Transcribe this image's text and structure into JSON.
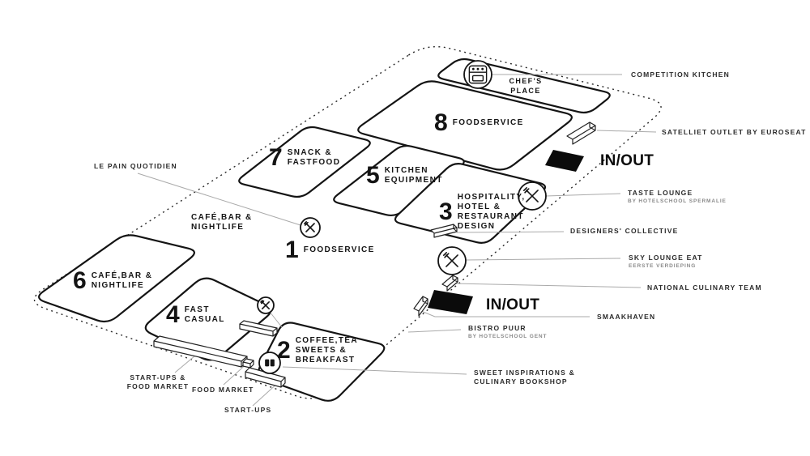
{
  "halls": [
    {
      "number": "8",
      "name": "FOODSERVICE"
    },
    {
      "number": "7",
      "name": "SNACK &\nFASTFOOD"
    },
    {
      "number": "5",
      "name": "KITCHEN\nEQUIPMENT"
    },
    {
      "number": "3",
      "name": "HOSPITALITY,\nHOTEL &\nRESTAURANT\nDESIGN"
    },
    {
      "number": "1",
      "name": "FOODSERVICE"
    },
    {
      "number": "6",
      "name": "CAFÉ,BAR &\nNIGHTLIFE"
    },
    {
      "number": "4",
      "name": "FAST\nCASUAL"
    },
    {
      "number": "2",
      "name": "COFFEE,TEA\nSWEETS &\nBREAKFAST"
    }
  ],
  "areas": {
    "chefs_place": "CHEF'S\nPLACE",
    "cafe_bar_nightlife_center": "CAFÉ,BAR &\nNIGHTLIFE"
  },
  "entrances": {
    "in_out_top": "IN/OUT",
    "in_out_bottom": "IN/OUT"
  },
  "callouts": {
    "competition_kitchen": "COMPETITION KITCHEN",
    "satelliet_outlet": "SATELLIET OUTLET BY EUROSEAT",
    "taste_lounge": {
      "title": "TASTE LOUNGE",
      "sub": "BY HOTELSCHOOL SPERMALIE"
    },
    "designers_collective": "DESIGNERS' COLLECTIVE",
    "sky_lounge_eat": {
      "title": "SKY LOUNGE EAT",
      "sub": "EERSTE VERDIEPING"
    },
    "national_culinary_team": "NATIONAL CULINARY TEAM",
    "smaakhaven": "SMAAKHAVEN",
    "bistro_puur": {
      "title": "BISTRO PUUR",
      "sub": "BY HOTELSCHOOL GENT"
    },
    "sweet_inspirations": "SWEET INSPIRATIONS &\nCULINARY BOOKSHOP",
    "le_pain_quotidien": "LE PAIN QUOTIDIEN",
    "startups_food_market": "START-UPS &\nFOOD MARKET",
    "food_market": "FOOD MARKET",
    "start_ups": "START-UPS"
  },
  "icons": {
    "chefs_place": "oven-icon",
    "le_pain_quotidien": "fork-knife-icon",
    "taste_lounge": "fork-knife-icon",
    "sky_lounge_eat": "fork-knife-icon",
    "hall2_restaurant": "fork-knife-icon",
    "sweet_inspirations": "book-icon"
  },
  "colors": {
    "ink": "#141414",
    "leader": "#aaaaaa",
    "entrance_fill": "#0b0b0b",
    "background": "#ffffff"
  }
}
